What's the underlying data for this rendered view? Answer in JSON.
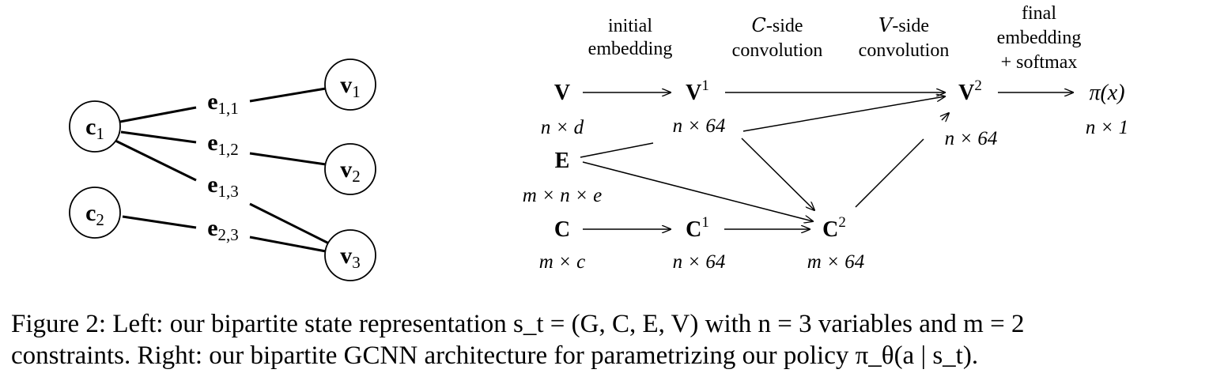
{
  "graph": {
    "constraints": [
      {
        "id": "c1",
        "base": "c",
        "sub": "1"
      },
      {
        "id": "c2",
        "base": "c",
        "sub": "2"
      }
    ],
    "variables": [
      {
        "id": "v1",
        "base": "v",
        "sub": "1"
      },
      {
        "id": "v2",
        "base": "v",
        "sub": "2"
      },
      {
        "id": "v3",
        "base": "v",
        "sub": "3"
      }
    ],
    "edges": [
      {
        "id": "e11",
        "base": "e",
        "sub": "1,1",
        "from": "c1",
        "to": "v1"
      },
      {
        "id": "e12",
        "base": "e",
        "sub": "1,2",
        "from": "c1",
        "to": "v2"
      },
      {
        "id": "e13",
        "base": "e",
        "sub": "1,3",
        "from": "c1",
        "to": "v3"
      },
      {
        "id": "e23",
        "base": "e",
        "sub": "2,3",
        "from": "c2",
        "to": "v3"
      }
    ]
  },
  "architecture": {
    "stage_headers": [
      {
        "id": "initial",
        "lines": [
          "initial",
          "embedding"
        ]
      },
      {
        "id": "cside",
        "lines": [
          "-side",
          "convolution"
        ],
        "symbol": "C"
      },
      {
        "id": "vside",
        "lines": [
          "-side",
          "convolution"
        ],
        "symbol": "V"
      },
      {
        "id": "final",
        "lines": [
          "final",
          "embedding",
          "+ softmax"
        ]
      }
    ],
    "nodes": [
      {
        "id": "V",
        "label": "V",
        "sup": "",
        "dim": "n × d"
      },
      {
        "id": "E",
        "label": "E",
        "sup": "",
        "dim": "m × n × e"
      },
      {
        "id": "C",
        "label": "C",
        "sup": "",
        "dim": "m × c"
      },
      {
        "id": "V1",
        "label": "V",
        "sup": "1",
        "dim": "n × 64"
      },
      {
        "id": "C1",
        "label": "C",
        "sup": "1",
        "dim": "n × 64"
      },
      {
        "id": "C2",
        "label": "C",
        "sup": "2",
        "dim": "m × 64"
      },
      {
        "id": "V2",
        "label": "V",
        "sup": "2",
        "dim": "n × 64"
      },
      {
        "id": "pi",
        "label": "π(x)",
        "sup": "",
        "dim": "n × 1"
      }
    ]
  },
  "caption": {
    "line1": "Figure 2: Left: our bipartite state representation s_t = (G, C, E, V) with n = 3 variables and m = 2",
    "line2": "constraints. Right: our bipartite GCNN architecture for parametrizing our policy π_θ(a | s_t)."
  }
}
